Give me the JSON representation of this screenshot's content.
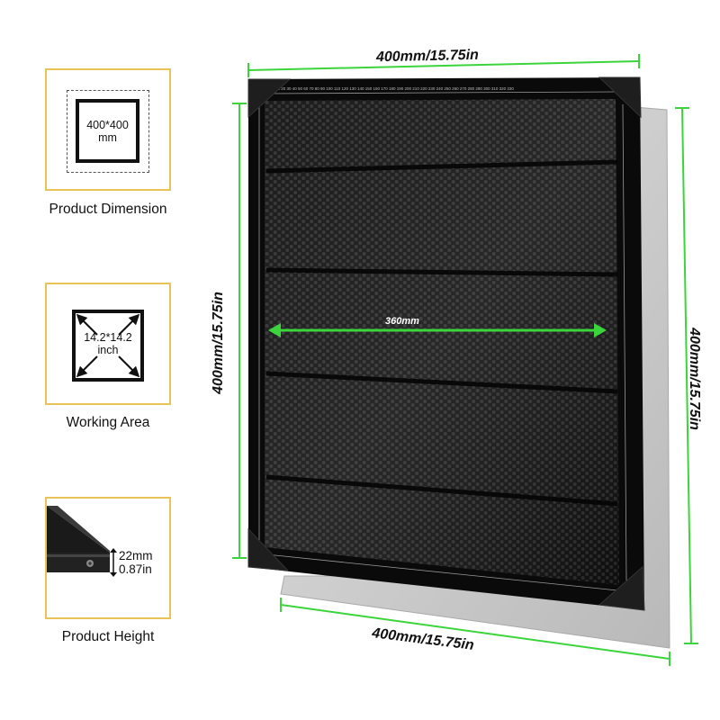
{
  "features": [
    {
      "label": "Product Dimension",
      "box_line1": "400*400",
      "box_line2": "mm"
    },
    {
      "label": "Working Area",
      "box_line1": "14.2*14.2",
      "box_line2": "inch"
    },
    {
      "label": "Product Height",
      "height_mm": "22mm",
      "height_in": "0.87in"
    }
  ],
  "dimensions": {
    "top": "400mm/15.75in",
    "bottom": "400mm/15.75in",
    "left": "400mm/15.75in",
    "right": "400mm/15.75in",
    "working": "360mm"
  },
  "colors": {
    "card_border": "#e9c25a",
    "dimension_line": "#3cd43c",
    "panel": "#0d0d0d",
    "plate": "#d4d4d4"
  },
  "icons": [
    "dimension-square-icon",
    "working-area-icon",
    "height-profile-icon",
    "honeycomb-panel"
  ]
}
